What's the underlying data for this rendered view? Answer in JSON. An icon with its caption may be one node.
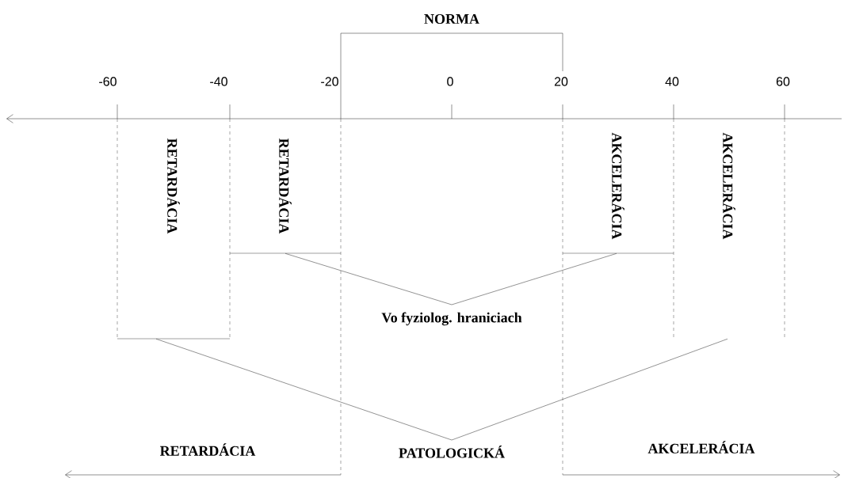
{
  "diagram": {
    "nodes": [
      {
        "text": [
          "RETARDÁCIA"
        ]
      },
      {
        "text": [
          "RETARDÁCIA"
        ]
      },
      {
        "text": [
          "AKCELERÁCIA"
        ]
      },
      {
        "text": [
          "AKCELERÁCIA"
        ]
      },
      {
        "text": [
          "Vo fyziolog. hraniciach"
        ]
      },
      {
        "text": [
          "PATOLOGICKÁ"
        ]
      }
    ],
    "edges": [
      {
        "from": 1,
        "to": 4,
        "arrow": "none"
      },
      {
        "from": 2,
        "to": 4,
        "arrow": "none"
      },
      {
        "from": 0,
        "to": 5,
        "arrow": "none"
      },
      {
        "from": 3,
        "to": 5,
        "arrow": "none"
      }
    ],
    "labels": [
      "NORMA",
      "-60",
      "-40",
      "-20",
      "0",
      "20",
      "40",
      "60",
      "RETARDÁCIA",
      "AKCELERÁCIA"
    ]
  }
}
